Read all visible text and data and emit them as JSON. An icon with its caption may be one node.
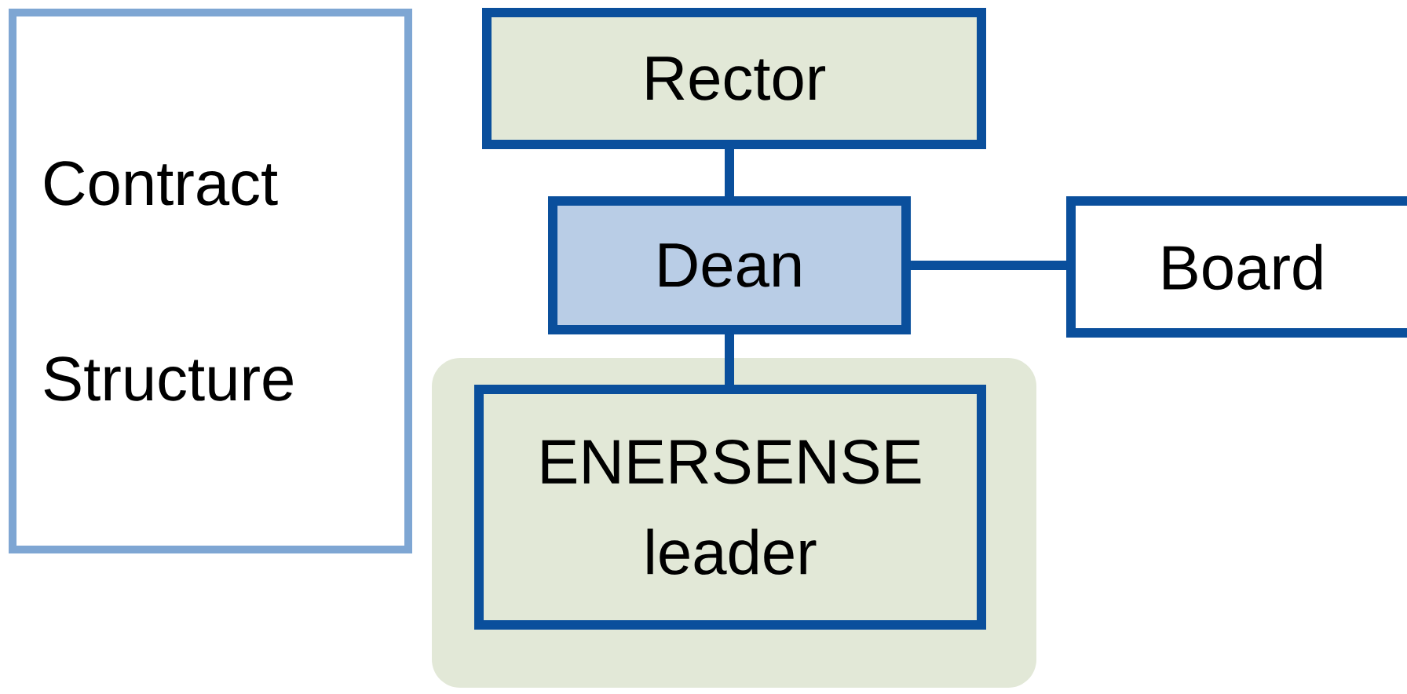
{
  "diagram": {
    "nodes": [
      {
        "text": [
          "Contract Structure"
        ]
      },
      {
        "text": [
          "Rector"
        ]
      },
      {
        "text": [
          "Dean"
        ]
      },
      {
        "text": [
          "Board"
        ]
      },
      {
        "text": [],
        "shape": "box"
      },
      {
        "text": [
          "ENERSENSE leader"
        ],
        "in": 4
      }
    ],
    "edges": [
      {
        "from": 1,
        "to": 2,
        "arrow": "none"
      },
      {
        "from": 2,
        "to": 3,
        "arrow": "none"
      },
      {
        "from": 2,
        "to": 5,
        "arrow": "none"
      }
    ]
  }
}
